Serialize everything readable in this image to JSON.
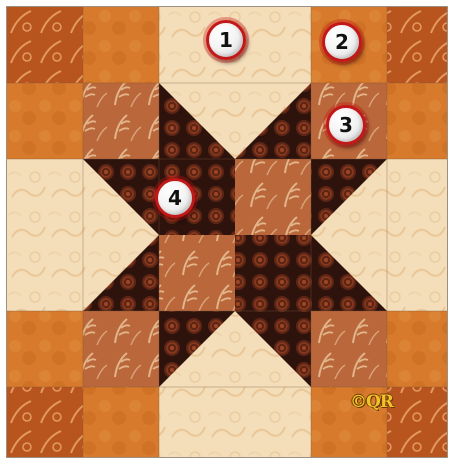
{
  "badges": [
    {
      "label": "1"
    },
    {
      "label": "2"
    },
    {
      "label": "3"
    },
    {
      "label": "4"
    }
  ],
  "watermark": "©QR",
  "colors": {
    "light_cream": "#f3dcb8",
    "orange": "#d97a2b",
    "rust_print": "#b8663a",
    "dark_star": "#3a1610",
    "badge_ring": "#c21818"
  }
}
